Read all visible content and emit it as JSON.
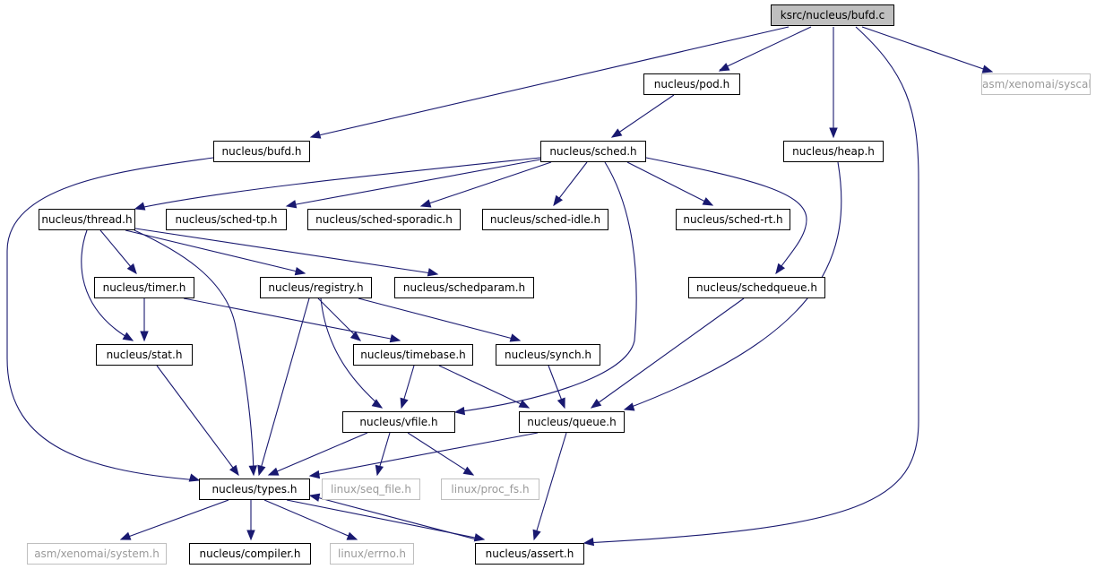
{
  "colors": {
    "edge": "#191970",
    "root_fill": "#bfbfbf",
    "external_border": "#bfbfbf"
  },
  "nodes": {
    "bufd_c": "ksrc/nucleus/bufd.c",
    "pod_h": "nucleus/pod.h",
    "syscall_h": "asm/xenomai/syscall.h",
    "bufd_h": "nucleus/bufd.h",
    "sched_h": "nucleus/sched.h",
    "heap_h": "nucleus/heap.h",
    "thread_h": "nucleus/thread.h",
    "sched_tp_h": "nucleus/sched-tp.h",
    "sched_sporadic_h": "nucleus/sched-sporadic.h",
    "sched_idle_h": "nucleus/sched-idle.h",
    "sched_rt_h": "nucleus/sched-rt.h",
    "timer_h": "nucleus/timer.h",
    "registry_h": "nucleus/registry.h",
    "schedparam_h": "nucleus/schedparam.h",
    "schedqueue_h": "nucleus/schedqueue.h",
    "stat_h": "nucleus/stat.h",
    "timebase_h": "nucleus/timebase.h",
    "synch_h": "nucleus/synch.h",
    "vfile_h": "nucleus/vfile.h",
    "queue_h": "nucleus/queue.h",
    "types_h": "nucleus/types.h",
    "seq_file_h": "linux/seq_file.h",
    "proc_fs_h": "linux/proc_fs.h",
    "system_h": "asm/xenomai/system.h",
    "compiler_h": "nucleus/compiler.h",
    "errno_h": "linux/errno.h",
    "assert_h": "nucleus/assert.h"
  }
}
